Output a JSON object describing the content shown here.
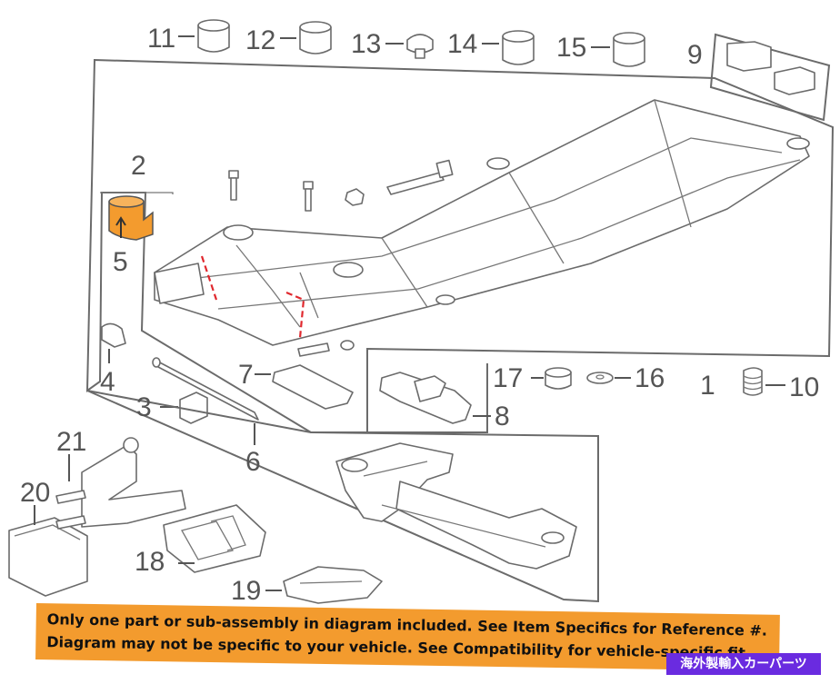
{
  "callouts": {
    "c1": "1",
    "c2": "2",
    "c3": "3",
    "c4": "4",
    "c5": "5",
    "c6": "6",
    "c7": "7",
    "c8": "8",
    "c9": "9",
    "c10": "10",
    "c11": "11",
    "c12": "12",
    "c13": "13",
    "c14": "14",
    "c15": "15",
    "c16": "16",
    "c17": "17",
    "c18": "18",
    "c19": "19",
    "c20": "20",
    "c21": "21"
  },
  "banner": {
    "line1": "Only one part or sub-assembly in diagram included. See Item Specifics for Reference #.",
    "line2": "Diagram may not be specific to your vehicle. See Compatibility for vehicle-specific fit."
  },
  "badge": {
    "label": "海外製輸入カーパーツ"
  },
  "colors": {
    "banner": "#f39b2e",
    "badge": "#6a2be0",
    "highlight": "#f39b2e",
    "cutline": "#e0282e"
  }
}
